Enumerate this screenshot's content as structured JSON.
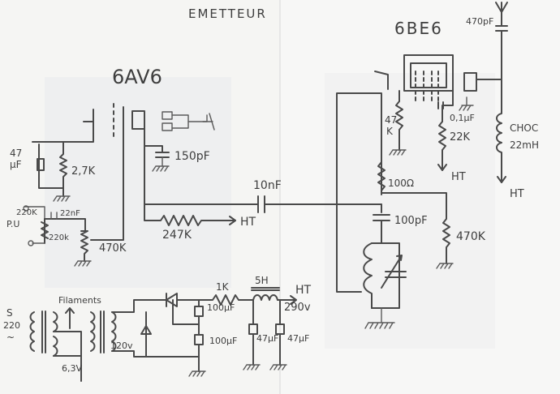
{
  "title": "EMETTEUR",
  "tubes": {
    "left": "6AV6",
    "right": "6BE6"
  },
  "components": {
    "c47": "47",
    "c47_unit": "µF",
    "r27k": "2,7K",
    "c150": "150pF",
    "r220k_a": "220K",
    "c22nf": "22nF",
    "r220k_b": "220k",
    "pu": "P.U",
    "r470k_left": "470K",
    "c10nf": "10nF",
    "r247k": "247K",
    "ht_left": "HT",
    "r47k": "47",
    "r47k_unit": "K",
    "r100": "100Ω",
    "c100pf": "100pF",
    "r470k_right": "470K",
    "c01": "0,1µF",
    "r22k": "22K",
    "ht_22k": "HT",
    "choc": "CHOC",
    "choc_val": "22mH",
    "ht_choc": "HT",
    "c470": "470pF"
  },
  "supply": {
    "filaments": "Filaments",
    "s220_a": "S",
    "s220_b": "220",
    "s220_c": "~",
    "v120": "120v",
    "v63": "6,3V",
    "r1k": "1K",
    "c100uf_a": "100µF",
    "c100uf_b": "100µF",
    "l5h": "5H",
    "ht_out": "HT",
    "v290": "290v",
    "c47uf_a": "47µF",
    "c47uf_b": "47µF"
  }
}
